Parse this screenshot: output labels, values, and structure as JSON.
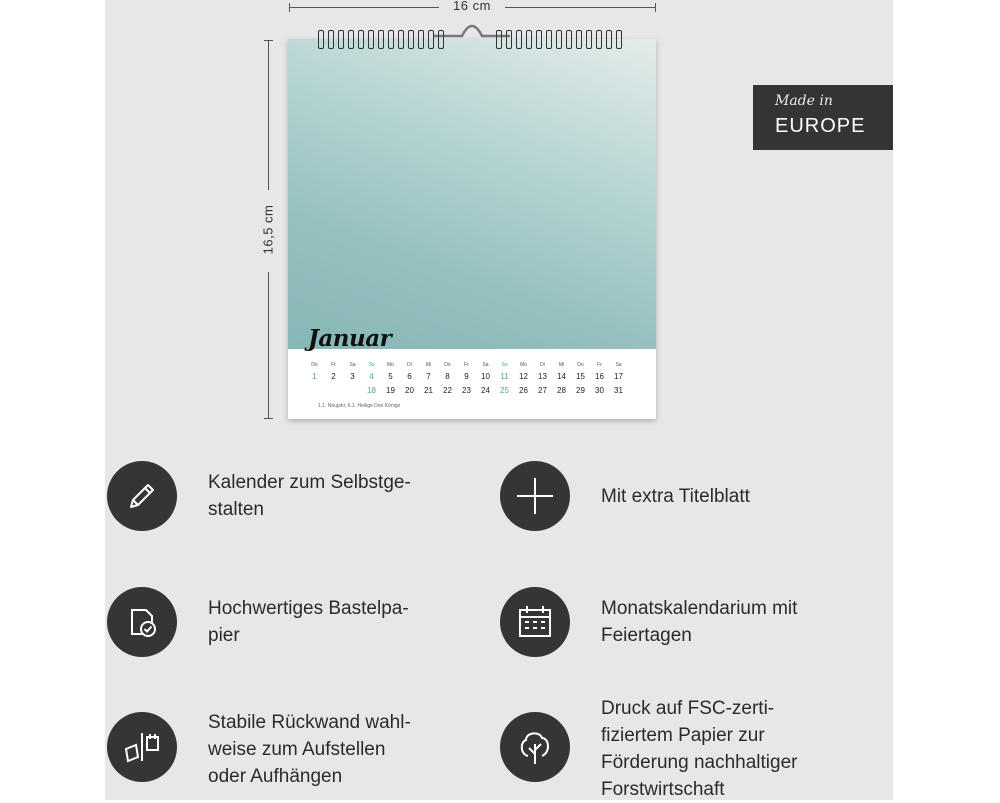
{
  "dimensions": {
    "width_label": "16 cm",
    "height_label": "16,5 cm"
  },
  "calendar": {
    "month": "Januar",
    "weekdays": [
      "Do",
      "Fr",
      "Sa",
      "So",
      "Mo",
      "Di",
      "Mi",
      "Do",
      "Fr",
      "Sa",
      "So",
      "Mo",
      "Di",
      "Mi",
      "Do",
      "Fr",
      "Sa"
    ],
    "row1": [
      "1",
      "2",
      "3",
      "4",
      "5",
      "6",
      "7",
      "8",
      "9",
      "10",
      "11",
      "12",
      "13",
      "14",
      "15",
      "16",
      "17"
    ],
    "row2": [
      "18",
      "19",
      "20",
      "21",
      "22",
      "23",
      "24",
      "25",
      "26",
      "27",
      "28",
      "29",
      "30",
      "31"
    ],
    "holidays_note": "1.1. Neujahr, 6.1. Heilige Drei Könige",
    "accent_color": "#4aa3a3"
  },
  "badge": {
    "made_in": "Made in",
    "region": "EUROPE"
  },
  "features": [
    {
      "icon": "pencil-icon",
      "text": "Kalender zum Selbstge-\nstalten"
    },
    {
      "icon": "plus-icon",
      "text": "Mit extra Titelblatt"
    },
    {
      "icon": "paper-check-icon",
      "text": "Hochwertiges Bastelpa-\npier"
    },
    {
      "icon": "calendar-icon",
      "text": "Monatskalendarium mit\nFeiertagen"
    },
    {
      "icon": "stand-hang-icon",
      "text": "Stabile Rückwand wahl-\nweise zum Aufstellen\noder Aufhängen"
    },
    {
      "icon": "tree-icon",
      "text": "Druck auf FSC-zerti-\nfiziertem Papier zur\nFörderung nachhaltiger\nForstwirtschaft"
    }
  ]
}
